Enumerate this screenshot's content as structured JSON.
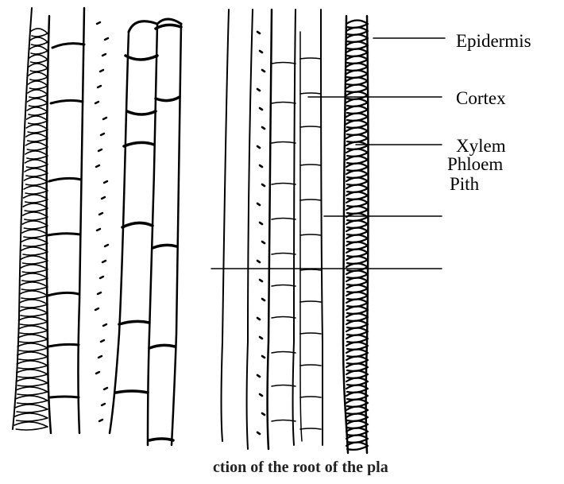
{
  "labels": {
    "epidermis": "Epidermis",
    "cortex": "Cortex",
    "xylem": "Xylem",
    "phloem": "Phloem",
    "pith": "Pith"
  },
  "caption": "ction of the root of the pla",
  "colors": {
    "ink": "#000000",
    "background": "#ffffff"
  }
}
